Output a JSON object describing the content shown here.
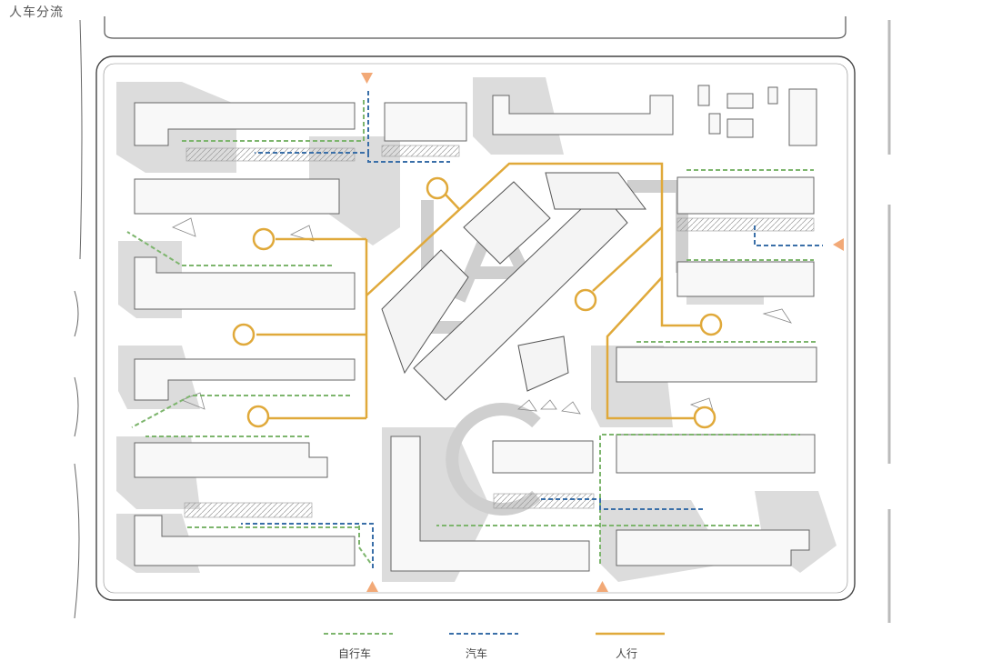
{
  "title": "人车分流",
  "legend": [
    {
      "label": "自行车",
      "color": "#7db56d",
      "style": "dashed",
      "route": "bicycle"
    },
    {
      "label": "汽车",
      "color": "#3a6fa8",
      "style": "dashed",
      "route": "car"
    },
    {
      "label": "人行",
      "color": "#e0a93a",
      "style": "solid",
      "route": "pedestrian"
    }
  ],
  "colors": {
    "building_shadow": "#dcdcdc",
    "building": "#f8f8f8",
    "building_stroke": "#666666",
    "site_border": "#444444",
    "entrance_marker": "#f2a977",
    "watermark": "#cfcfcf"
  }
}
